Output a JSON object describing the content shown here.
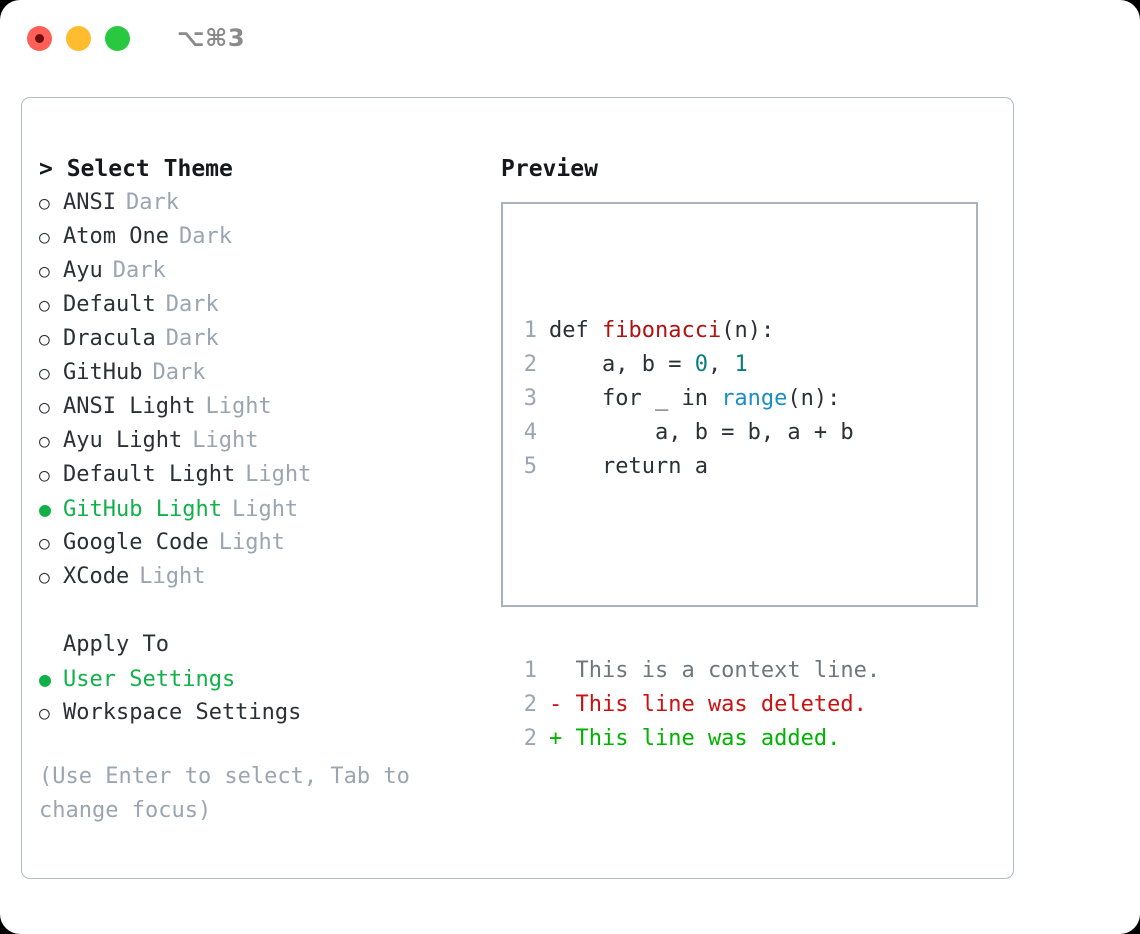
{
  "window": {
    "shortcut": "⌥⌘3",
    "traffic_lights": [
      "close-red",
      "minimize-yellow",
      "maximize-green"
    ]
  },
  "theme_picker": {
    "title": "> Select Theme",
    "marker_unselected": "○",
    "marker_selected": "●",
    "items": [
      {
        "label": "ANSI",
        "tag": "Dark",
        "selected": false
      },
      {
        "label": "Atom One",
        "tag": "Dark",
        "selected": false
      },
      {
        "label": "Ayu",
        "tag": "Dark",
        "selected": false
      },
      {
        "label": "Default",
        "tag": "Dark",
        "selected": false
      },
      {
        "label": "Dracula",
        "tag": "Dark",
        "selected": false
      },
      {
        "label": "GitHub",
        "tag": "Dark",
        "selected": false
      },
      {
        "label": "ANSI Light",
        "tag": "Light",
        "selected": false
      },
      {
        "label": "Ayu Light",
        "tag": "Light",
        "selected": false
      },
      {
        "label": "Default Light",
        "tag": "Light",
        "selected": false
      },
      {
        "label": "GitHub Light",
        "tag": "Light",
        "selected": true
      },
      {
        "label": "Google Code",
        "tag": "Light",
        "selected": false
      },
      {
        "label": "XCode",
        "tag": "Light",
        "selected": false
      }
    ]
  },
  "apply_to": {
    "title": "Apply To",
    "items": [
      {
        "label": "User Settings",
        "selected": true
      },
      {
        "label": "Workspace Settings",
        "selected": false
      }
    ]
  },
  "hint": "(Use Enter to select, Tab to change focus)",
  "preview": {
    "title": "Preview",
    "code_lines": [
      {
        "n": "1",
        "segments": [
          {
            "t": "def ",
            "c": "plain"
          },
          {
            "t": "fibonacci",
            "c": "fn"
          },
          {
            "t": "(n):",
            "c": "plain"
          }
        ]
      },
      {
        "n": "2",
        "segments": [
          {
            "t": "    a, b = ",
            "c": "plain"
          },
          {
            "t": "0",
            "c": "num"
          },
          {
            "t": ", ",
            "c": "plain"
          },
          {
            "t": "1",
            "c": "num"
          }
        ]
      },
      {
        "n": "3",
        "segments": [
          {
            "t": "    for _ in ",
            "c": "plain"
          },
          {
            "t": "range",
            "c": "builtin"
          },
          {
            "t": "(n):",
            "c": "plain"
          }
        ]
      },
      {
        "n": "4",
        "segments": [
          {
            "t": "        a, b = b, a + b",
            "c": "plain"
          }
        ]
      },
      {
        "n": "5",
        "segments": [
          {
            "t": "    return a",
            "c": "plain"
          }
        ]
      }
    ],
    "diff_lines": [
      {
        "n": "1",
        "segments": [
          {
            "t": "  This is a context line.",
            "c": "ctx"
          }
        ]
      },
      {
        "n": "2",
        "segments": [
          {
            "t": "- This line was deleted.",
            "c": "del"
          }
        ]
      },
      {
        "n": "2",
        "segments": [
          {
            "t": "+ This line was added.",
            "c": "add"
          }
        ]
      }
    ]
  },
  "colors": {
    "accent_green": "#11b14a",
    "muted": "#9aa5b1",
    "text": "#2c3036",
    "border": "#b2bac6",
    "preview_border": "#aab2c0",
    "diff_delete": "#cb1111",
    "diff_add": "#00b302",
    "fn_name": "#b01212",
    "number": "#0b7d7d",
    "builtin": "#1a8fc1",
    "traffic_red": "#ff5f57",
    "traffic_yellow": "#febc2e",
    "traffic_green": "#28c840"
  }
}
